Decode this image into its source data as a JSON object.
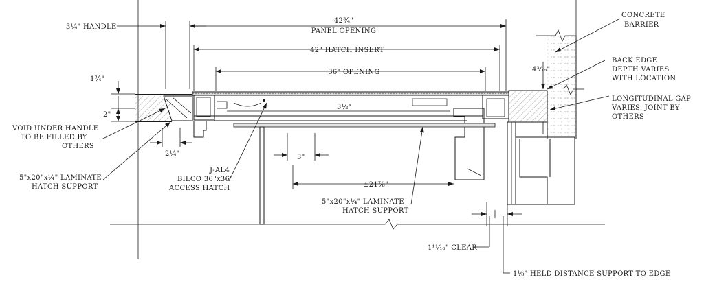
{
  "labels": {
    "handle": "3¼\" HANDLE",
    "panel_opening_dim": "42¾\"",
    "panel_opening": "PANEL OPENING",
    "hatch_insert": "42\" HATCH INSERT",
    "opening": "36\" OPENING",
    "concrete_barrier_1": "CONCRETE",
    "concrete_barrier_2": "BARRIER",
    "back_edge_1": "BACK EDGE",
    "back_edge_2": "DEPTH VARIES",
    "back_edge_3": "WITH LOCATION",
    "long_gap_1": "LONGITUDINAL GAP",
    "long_gap_2": "VARIES. JOINT BY",
    "long_gap_3": "OTHERS",
    "dim_4_3_16": "4³⁄₁₆\"",
    "dim_1_3_4": "1¾\"",
    "dim_2": "2\"",
    "dim_3_1_2": "3½\"",
    "void_1": "VOID UNDER HANDLE",
    "void_2": "TO BE FILLED BY",
    "void_3": "OTHERS",
    "dim_2_1_4": "2¼\"",
    "dim_3": "3\"",
    "laminate_left_1": "5\"x20\"x¼\" LAMINATE",
    "laminate_left_2": "HATCH SUPPORT",
    "jal4_1": "J-AL4",
    "jal4_2": "BILCO 36\"x36\"",
    "jal4_3": "ACCESS HATCH",
    "dim_21_7_8": "±21⅞\"",
    "laminate_mid_1": "5\"x20\"x¼\" LAMINATE",
    "laminate_mid_2": "HATCH SUPPORT",
    "clear": "1¹¹⁄₁₆\" CLEAR",
    "held_distance": "1⅛\" HELD DISTANCE SUPPORT TO EDGE"
  }
}
